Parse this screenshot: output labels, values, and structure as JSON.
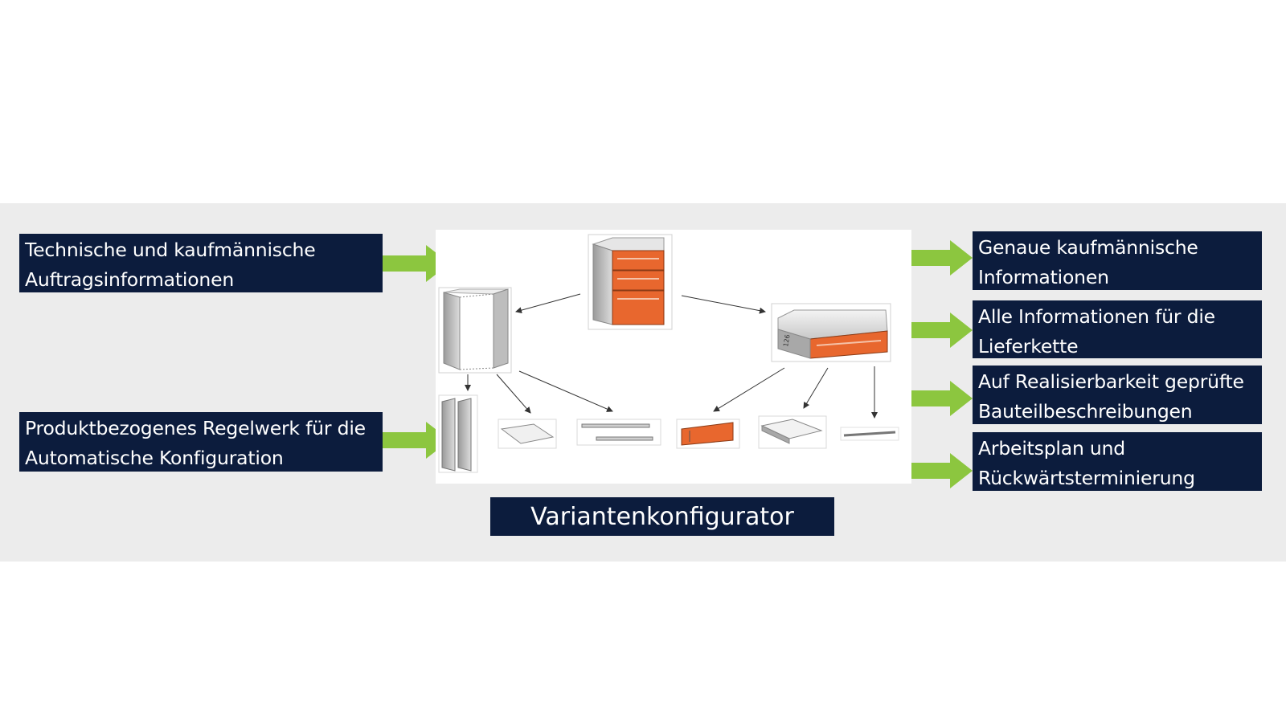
{
  "inputs": [
    {
      "line1": "Technische und kaufmännische",
      "line2": "Auftragsinformationen"
    },
    {
      "line1": "Produktbezogenes Regelwerk für die",
      "line2": "Automatische Konfiguration"
    }
  ],
  "outputs": [
    {
      "line1": "Genaue kaufmännische",
      "line2": "Informationen"
    },
    {
      "line1": "Alle Informationen für die",
      "line2": "Lieferkette"
    },
    {
      "line1": "Auf Realisierbarkeit geprüfte",
      "line2": "Bauteilbeschreibungen"
    },
    {
      "line1": "Arbeitsplan und",
      "line2": "Rückwärtsterminierung"
    }
  ],
  "title": "Variantenkonfigurator",
  "colors": {
    "navy": "#0c1c3d",
    "arrow_green": "#8cc63f",
    "band": "#ececec",
    "part_orange": "#e8672e"
  }
}
